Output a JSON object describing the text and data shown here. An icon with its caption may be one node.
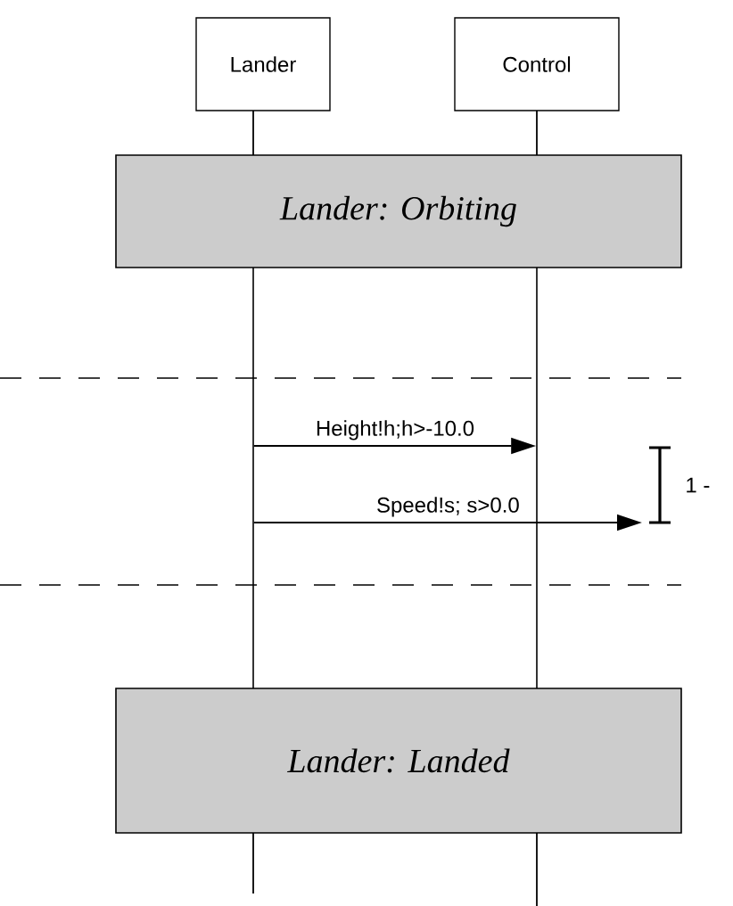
{
  "diagram": {
    "nodes": [
      {
        "text": [
          "Lander"
        ]
      },
      {
        "text": [
          "Control"
        ]
      },
      {
        "text": [
          "Lander: Orbiting"
        ]
      },
      {
        "text": [
          "Lander: Landed"
        ]
      },
      {
        "text": [],
        "shape": "bar"
      },
      {
        "text": [],
        "shape": "bar"
      },
      {
        "text": [],
        "shape": "bar",
        "beside": [
          "1 -"
        ]
      }
    ],
    "edges": [
      {
        "from": 0,
        "to": 2,
        "arrow": "none"
      },
      {
        "from": 1,
        "to": 2,
        "arrow": "none"
      },
      {
        "from": 3,
        "to": null,
        "arrow": "none"
      },
      {
        "from": 3,
        "to": null,
        "arrow": "none"
      },
      {
        "from": 4,
        "to": 5,
        "arrow": "to",
        "label": "Height!h;h>-10.0"
      },
      {
        "from": 4,
        "to": 6,
        "arrow": "to",
        "label": "Speed!s; s>0.0"
      }
    ]
  }
}
